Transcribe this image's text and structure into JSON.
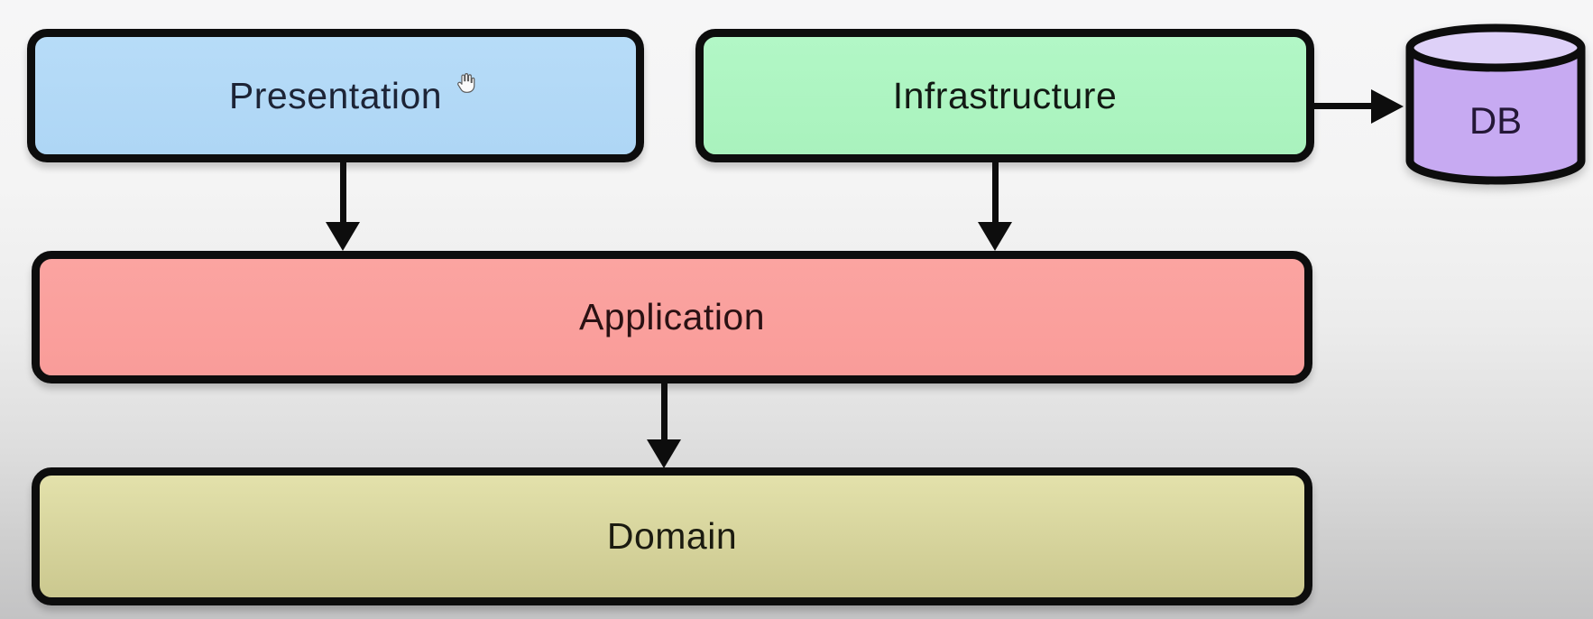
{
  "diagram": {
    "nodes": [
      {
        "id": "presentation",
        "label": "Presentation",
        "shape": "rounded-rect",
        "fill": "#aed6f5",
        "label_color": "#1d2436"
      },
      {
        "id": "infrastructure",
        "label": "Infrastructure",
        "shape": "rounded-rect",
        "fill": "#a9f2bd",
        "label_color": "#121a14"
      },
      {
        "id": "application",
        "label": "Application",
        "shape": "rounded-rect",
        "fill": "#f99c99",
        "label_color": "#2a1113"
      },
      {
        "id": "domain",
        "label": "Domain",
        "shape": "rounded-rect",
        "fill": "#dddba2",
        "label_color": "#1b1b10"
      },
      {
        "id": "db",
        "label": "DB",
        "shape": "cylinder",
        "fill": "#c7aaf2",
        "fill_top": "#ded1f8",
        "label_color": "#241736"
      }
    ],
    "edges": [
      {
        "from": "presentation",
        "to": "application",
        "direction": "down"
      },
      {
        "from": "infrastructure",
        "to": "application",
        "direction": "down"
      },
      {
        "from": "infrastructure",
        "to": "db",
        "direction": "right"
      },
      {
        "from": "application",
        "to": "domain",
        "direction": "down"
      }
    ],
    "stroke_color": "#0d0d0d",
    "background_top": "#f6f6f7",
    "background_bottom": "#c3c3c4"
  },
  "cursor": {
    "icon": "hand-cursor-icon"
  }
}
